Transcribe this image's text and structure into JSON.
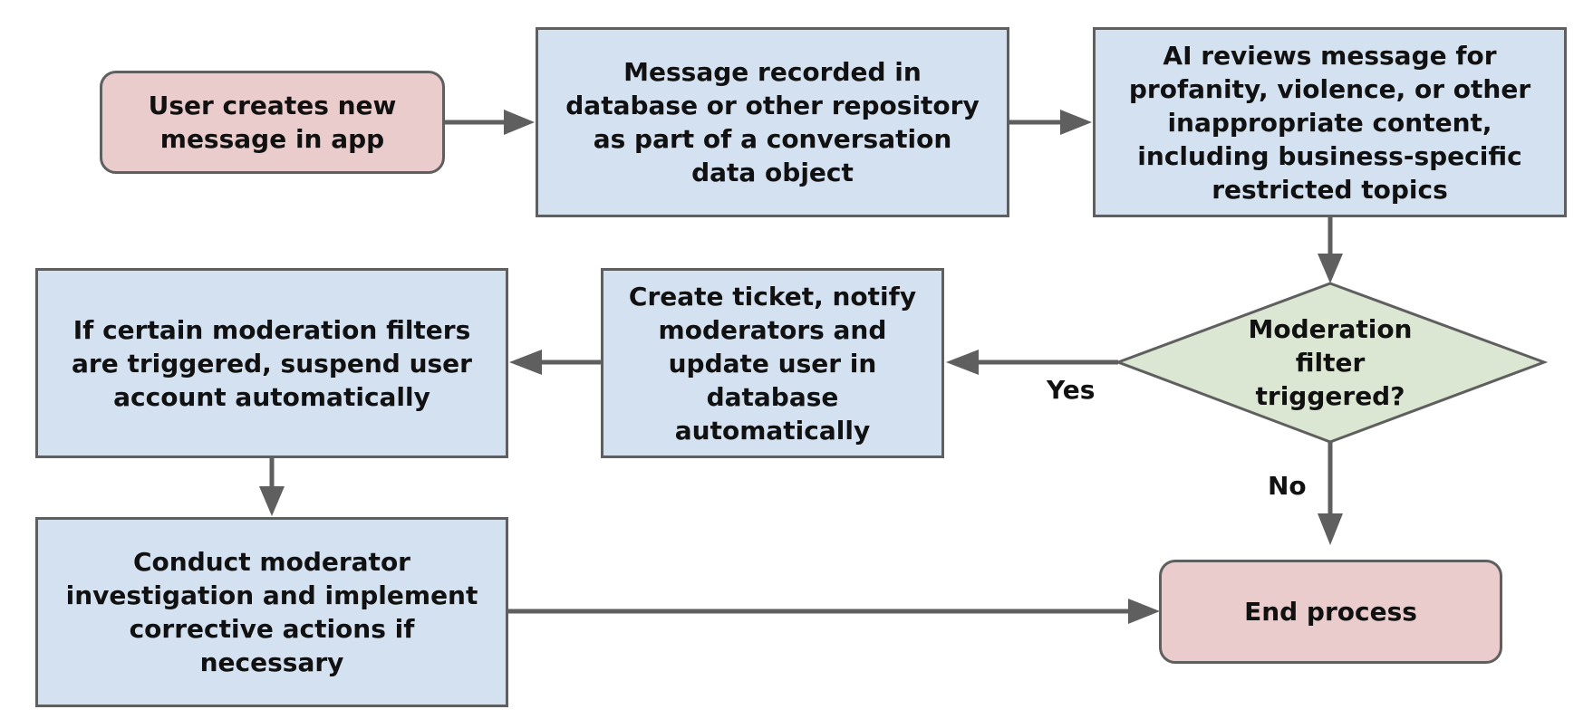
{
  "nodes": {
    "start": "User creates new\nmessage in app",
    "record": "Message recorded in\ndatabase or other repository\nas part of a conversation\ndata object",
    "ai_review": "AI reviews message for\nprofanity, violence, or other\ninappropriate content,\nincluding business-specific\nrestricted topics",
    "decision": "Moderation\nfilter\ntriggered?",
    "ticket": "Create ticket, notify\nmoderators and\nupdate user in\ndatabase\nautomatically",
    "suspend": "If certain moderation filters\nare triggered, suspend user\naccount automatically",
    "investigate": "Conduct moderator\ninvestigation and implement\ncorrective actions if\nnecessary",
    "end": "End process"
  },
  "edges": {
    "yes_label": "Yes",
    "no_label": "No"
  },
  "colors": {
    "terminal_fill": "#ebcccc",
    "process_fill": "#d3e1f1",
    "decision_fill": "#dbe7d3",
    "stroke": "#5f5f5f"
  }
}
